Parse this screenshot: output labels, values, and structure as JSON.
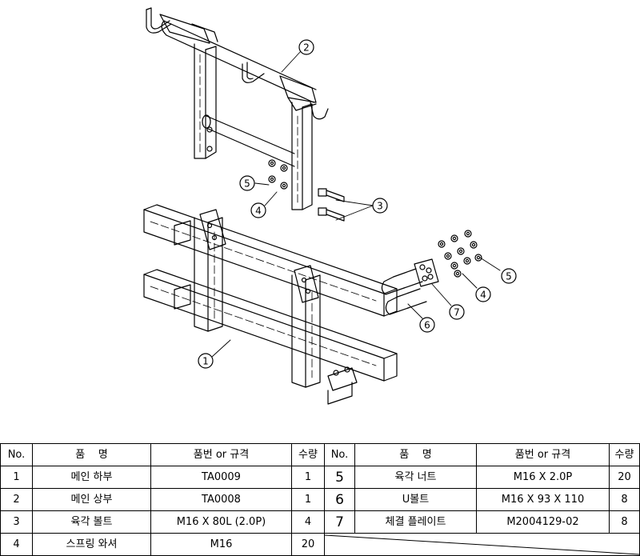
{
  "callouts": [
    {
      "id": "callout-1",
      "label": "1"
    },
    {
      "id": "callout-2",
      "label": "2"
    },
    {
      "id": "callout-3",
      "label": "3"
    },
    {
      "id": "callout-4a",
      "label": "4"
    },
    {
      "id": "callout-4b",
      "label": "4"
    },
    {
      "id": "callout-5a",
      "label": "5"
    },
    {
      "id": "callout-5b",
      "label": "5"
    },
    {
      "id": "callout-6",
      "label": "6"
    },
    {
      "id": "callout-7",
      "label": "7"
    }
  ],
  "table": {
    "headers": {
      "no": "No.",
      "name": "품    명",
      "spec": "품번 or 규격",
      "qty": "수량"
    },
    "left_rows": [
      {
        "no": "1",
        "name": "메인 하부",
        "spec": "TA0009",
        "qty": "1"
      },
      {
        "no": "2",
        "name": "메인 상부",
        "spec": "TA0008",
        "qty": "1"
      },
      {
        "no": "3",
        "name": "육각 볼트",
        "spec": "M16 X 80L (2.0P)",
        "qty": "4"
      },
      {
        "no": "4",
        "name": "스프링 와셔",
        "spec": "M16",
        "qty": "20"
      }
    ],
    "right_rows": [
      {
        "no": "5",
        "name": "육각 너트",
        "spec": "M16 X 2.0P",
        "qty": "20"
      },
      {
        "no": "6",
        "name": "U볼트",
        "spec": "M16 X 93 X 110",
        "qty": "8"
      },
      {
        "no": "7",
        "name": "체결 플레이트",
        "spec": "M2004129-02",
        "qty": "8"
      }
    ]
  }
}
